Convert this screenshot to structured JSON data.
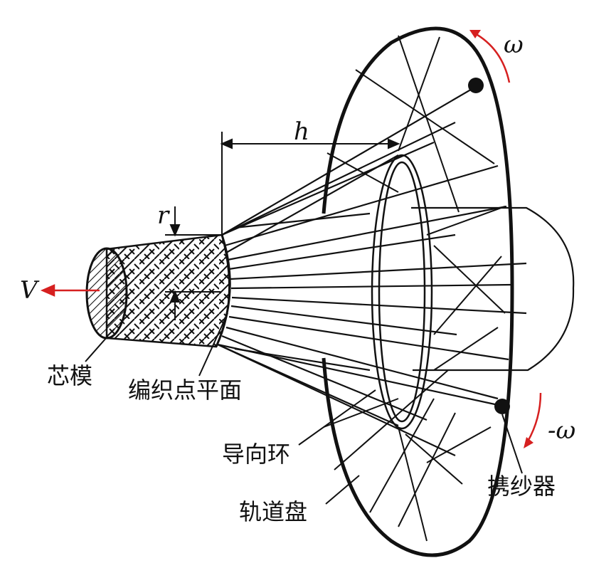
{
  "labels": {
    "mandrel": "芯模",
    "braiding_plane": "编织点平面",
    "guide_ring": "导向环",
    "track_plate": "轨道盘",
    "carrier": "携纱器"
  },
  "symbols": {
    "omega": "ω",
    "neg_omega": "-ω",
    "h": "h",
    "r": "r",
    "V": "V"
  },
  "colors": {
    "line": "#111111",
    "arrow": "#d62020",
    "background": "#ffffff"
  }
}
